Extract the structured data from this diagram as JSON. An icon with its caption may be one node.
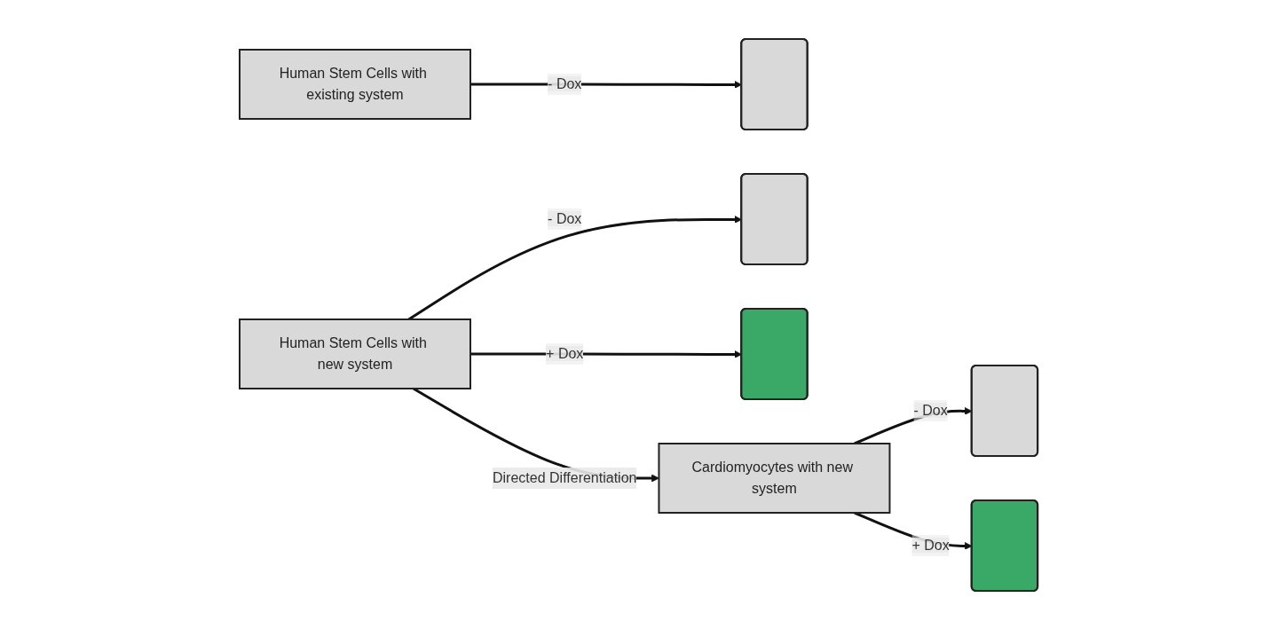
{
  "diagram": {
    "nodes": [
      {
        "text": [
          "Human Stem Cells with existing system"
        ]
      },
      {
        "text": [],
        "shape": "box"
      },
      {
        "text": [],
        "shape": "box"
      },
      {
        "text": [],
        "shape": "box"
      },
      {
        "text": [
          "Human Stem Cells with new system"
        ]
      },
      {
        "text": [
          "Cardiomyocytes with new system"
        ]
      },
      {
        "text": [],
        "shape": "box"
      },
      {
        "text": [],
        "shape": "box"
      }
    ],
    "edges": [
      {
        "from": 0,
        "to": 1,
        "label": "- Dox",
        "arrow": "to"
      },
      {
        "from": 4,
        "to": 2,
        "label": "- Dox",
        "arrow": "to"
      },
      {
        "from": 4,
        "to": 3,
        "label": "+ Dox",
        "arrow": "to"
      },
      {
        "from": 4,
        "to": 5,
        "label": "Directed Differentiation",
        "arrow": "to"
      },
      {
        "from": 5,
        "to": 6,
        "label": "- Dox",
        "arrow": "to"
      },
      {
        "from": 5,
        "to": 7,
        "label": "+ Dox",
        "arrow": "to"
      }
    ]
  }
}
